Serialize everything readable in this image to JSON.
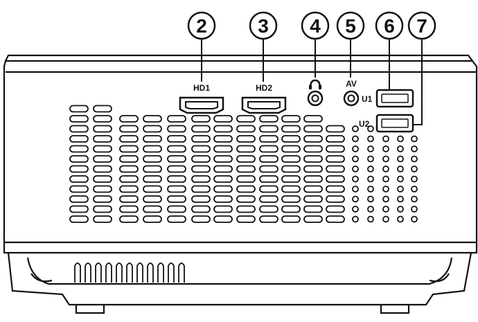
{
  "callouts": [
    {
      "number": "2"
    },
    {
      "number": "3"
    },
    {
      "number": "4"
    },
    {
      "number": "5"
    },
    {
      "number": "6"
    },
    {
      "number": "7"
    }
  ],
  "ports": {
    "hdmi1_label": "HD1",
    "hdmi2_label": "HD2",
    "av_label": "AV",
    "usb1_label": "U1",
    "usb2_label": "U2",
    "headphone_icon": "headphone-icon"
  }
}
